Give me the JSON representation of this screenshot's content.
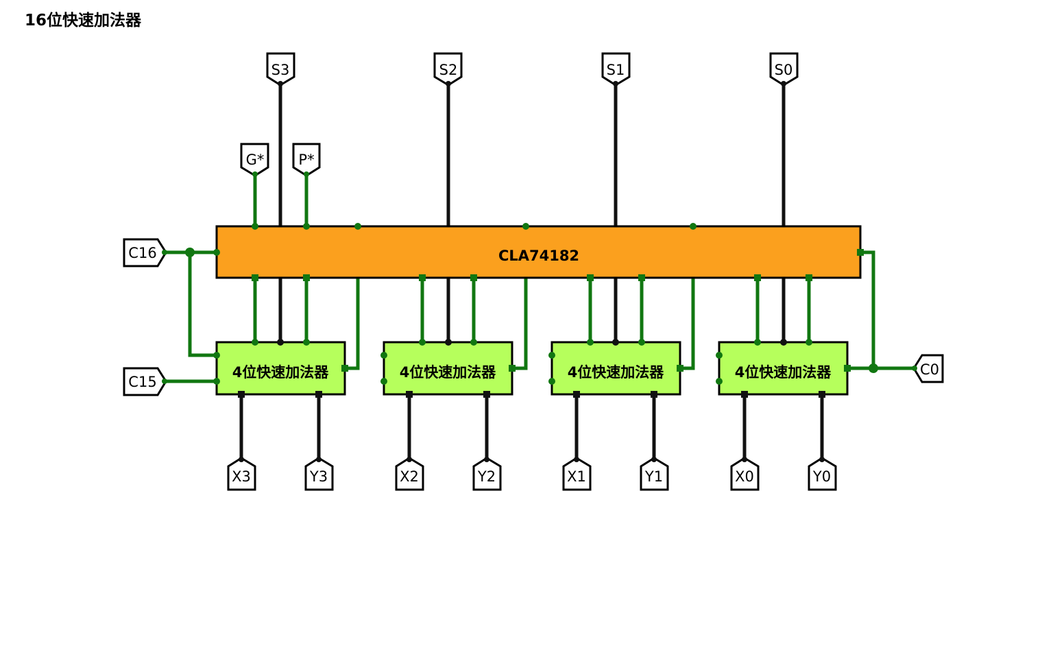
{
  "title": "16位快速加法器",
  "colors": {
    "wire_green": "#117711",
    "wire_black": "#111111",
    "cla_fill": "#fba01e",
    "adder_fill": "#b6ff5c",
    "outline": "#000000"
  },
  "cla": {
    "label": "CLA74182"
  },
  "adders": [
    {
      "label": "4位快速加法器",
      "x_pin": "X3",
      "y_pin": "Y3",
      "s_pin": "S3"
    },
    {
      "label": "4位快速加法器",
      "x_pin": "X2",
      "y_pin": "Y2",
      "s_pin": "S2"
    },
    {
      "label": "4位快速加法器",
      "x_pin": "X1",
      "y_pin": "Y1",
      "s_pin": "S1"
    },
    {
      "label": "4位快速加法器",
      "x_pin": "X0",
      "y_pin": "Y0",
      "s_pin": "S0"
    }
  ],
  "pins": {
    "g_star": "G*",
    "p_star": "P*",
    "c16": "C16",
    "c15": "C15",
    "c0": "C0"
  }
}
